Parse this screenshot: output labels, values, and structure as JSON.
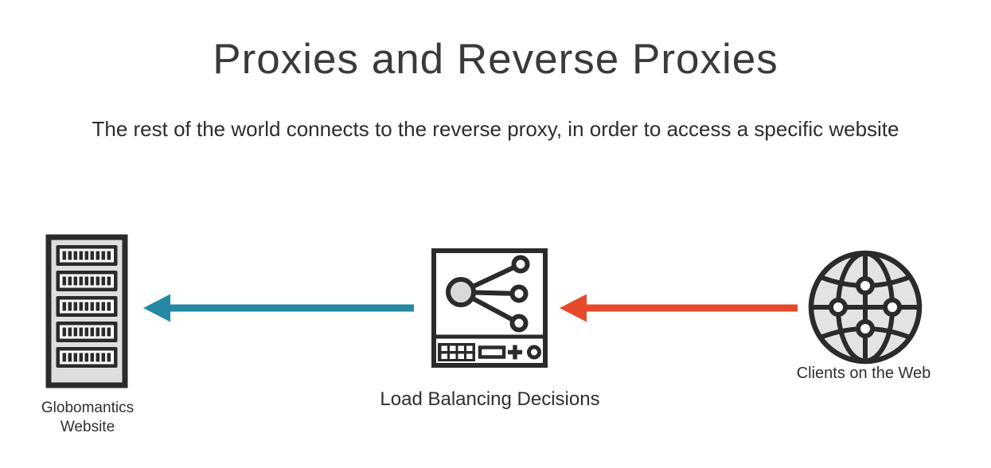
{
  "title": "Proxies and Reverse Proxies",
  "subtitle": "The rest of the world connects to the reverse proxy, in order to access a specific website",
  "nodes": {
    "server": {
      "icon": "server-rack-icon",
      "lines": [
        "Globomantics",
        "Website"
      ]
    },
    "load_balancer": {
      "icon": "load-balancer-icon",
      "label": "Load Balancing Decisions"
    },
    "clients": {
      "icon": "globe-icon",
      "label": "Clients on the Web"
    }
  },
  "arrows": [
    {
      "name": "lb-to-server-arrow",
      "direction": "left",
      "from": "load_balancer",
      "to": "server",
      "color": "#2589A3"
    },
    {
      "name": "clients-to-lb-arrow",
      "direction": "left",
      "from": "clients",
      "to": "load_balancer",
      "color": "#E54A2B"
    }
  ],
  "colors": {
    "background": "#FFFFFF",
    "icon_stroke": "#2B2B2B",
    "icon_fill_gray": "#DEDEDE",
    "globe_fill": "#E3E3E3",
    "text": "#2F2F2F",
    "accent_teal": "#2589A3",
    "accent_red": "#E54A2B"
  }
}
